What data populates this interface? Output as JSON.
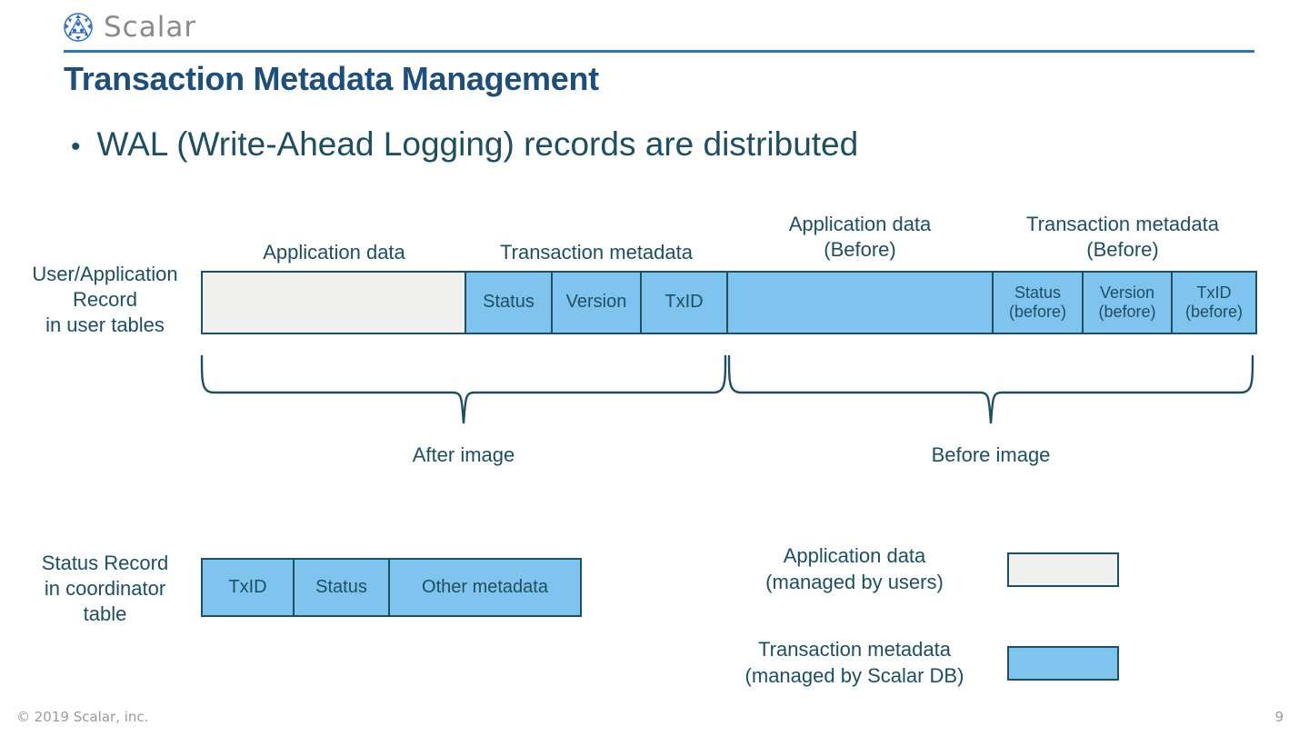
{
  "brand": {
    "logo_icon": "scalar-hexagon-logo-icon",
    "name": "Scalar",
    "accent_color": "#2E75B6",
    "title_color": "#1F4E79",
    "body_color": "#1F4E5F"
  },
  "slide": {
    "title": "Transaction Metadata Management",
    "bullet_marker": "•",
    "bullet_text": "WAL (Write-Ahead Logging) records are distributed"
  },
  "user_record": {
    "row_label": "User/Application\nRecord\nin user tables",
    "headers": [
      {
        "text": "Application data"
      },
      {
        "text": "Transaction metadata"
      },
      {
        "text": "Application data\n(Before)"
      },
      {
        "text": "Transaction metadata\n(Before)"
      }
    ],
    "segments": [
      {
        "label": "",
        "kind": "application-data"
      },
      {
        "label": "Status",
        "kind": "transaction-metadata"
      },
      {
        "label": "Version",
        "kind": "transaction-metadata"
      },
      {
        "label": "TxID",
        "kind": "transaction-metadata"
      },
      {
        "label": "",
        "kind": "transaction-metadata"
      },
      {
        "label": "Status\n(before)",
        "kind": "transaction-metadata"
      },
      {
        "label": "Version\n(before)",
        "kind": "transaction-metadata"
      },
      {
        "label": "TxID\n(before)",
        "kind": "transaction-metadata"
      }
    ]
  },
  "braces": [
    {
      "caption": "After image"
    },
    {
      "caption": "Before image"
    }
  ],
  "status_record": {
    "row_label": "Status Record\nin coordinator\ntable",
    "cells": [
      {
        "label": "TxID"
      },
      {
        "label": "Status"
      },
      {
        "label": "Other metadata"
      }
    ]
  },
  "legend": {
    "items": [
      {
        "label": "Application data\n(managed by users)",
        "color": "#F0F0EE"
      },
      {
        "label": "Transaction metadata\n(managed by Scalar DB)",
        "color": "#7FC3EF"
      }
    ]
  },
  "footer": {
    "copyright": "© 2019 Scalar, inc.",
    "page_number": "9"
  }
}
